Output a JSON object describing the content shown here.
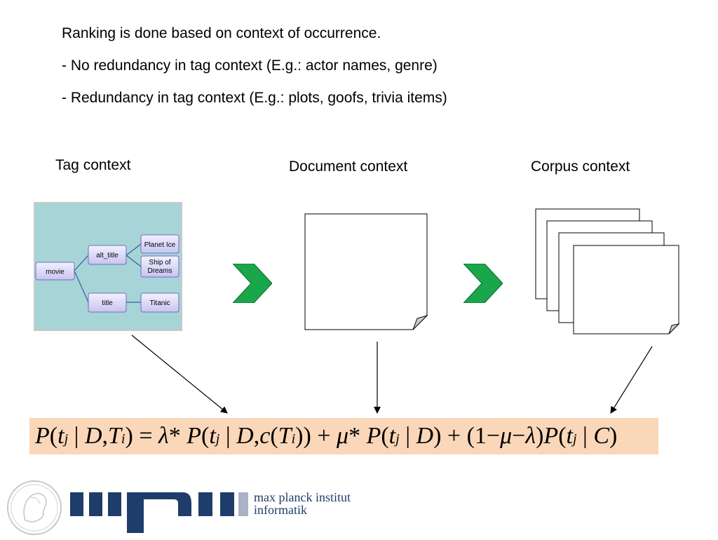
{
  "bullets": [
    "Ranking is done based on context of occurrence.",
    "- No redundancy in tag context (E.g.: actor names, genre)",
    "- Redundancy in tag context (E.g.: plots, goofs, trivia items)"
  ],
  "contexts": {
    "tag": "Tag context",
    "document": "Document context",
    "corpus": "Corpus context"
  },
  "tag_graph": {
    "nodes": {
      "movie": "movie",
      "alt_title": "alt_title",
      "title": "title",
      "planet_ice": "Planet Ice",
      "ship_line1": "Ship of",
      "ship_line2": "Dreams",
      "titanic": "Titanic"
    }
  },
  "formula": {
    "P": "P",
    "t": "t",
    "j": "j",
    "bar": "|",
    "D": "D",
    "T": "T",
    "i": "i",
    "c": "c",
    "C": "C",
    "lambda": "λ",
    "mu": "μ",
    "one": "1",
    "star": "*",
    "plus": "+",
    "minus": "−",
    "equals": "=",
    "comma": ",",
    "lparen": "(",
    "rparen": ")"
  },
  "colors": {
    "chevron": "#1aa64a",
    "formula_bg": "#fad7b8",
    "graph_bg": "#a7d4d6",
    "node_fill": "#d8d6f4",
    "logo_blue": "#1f3d6b"
  },
  "logo": {
    "line1": "max planck institut",
    "line2": "informatik"
  }
}
